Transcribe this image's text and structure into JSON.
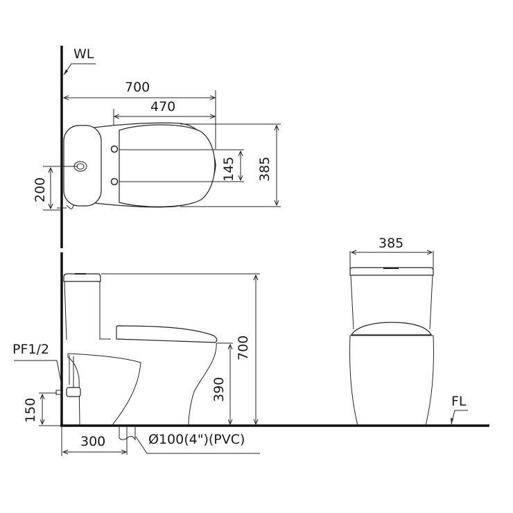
{
  "diagram": {
    "type": "technical-drawing",
    "subject": "one-piece toilet dimension drawing",
    "colors": {
      "line": "#222222",
      "background": "#ffffff"
    },
    "labels": {
      "wall_line": "WL",
      "floor_line": "FL",
      "supply_fitting": "PF1/2",
      "drain": "Ø100(4\")(PVC)"
    },
    "top_view": {
      "dims": {
        "overall_length": "700",
        "seat_length": "470",
        "hinge_spacing": "145",
        "width": "385",
        "supply_offset": "200"
      }
    },
    "side_view": {
      "dims": {
        "height": "700",
        "seat_height": "390",
        "supply_height": "150",
        "rough_in": "300"
      }
    },
    "front_view": {
      "dims": {
        "width": "385"
      }
    }
  }
}
